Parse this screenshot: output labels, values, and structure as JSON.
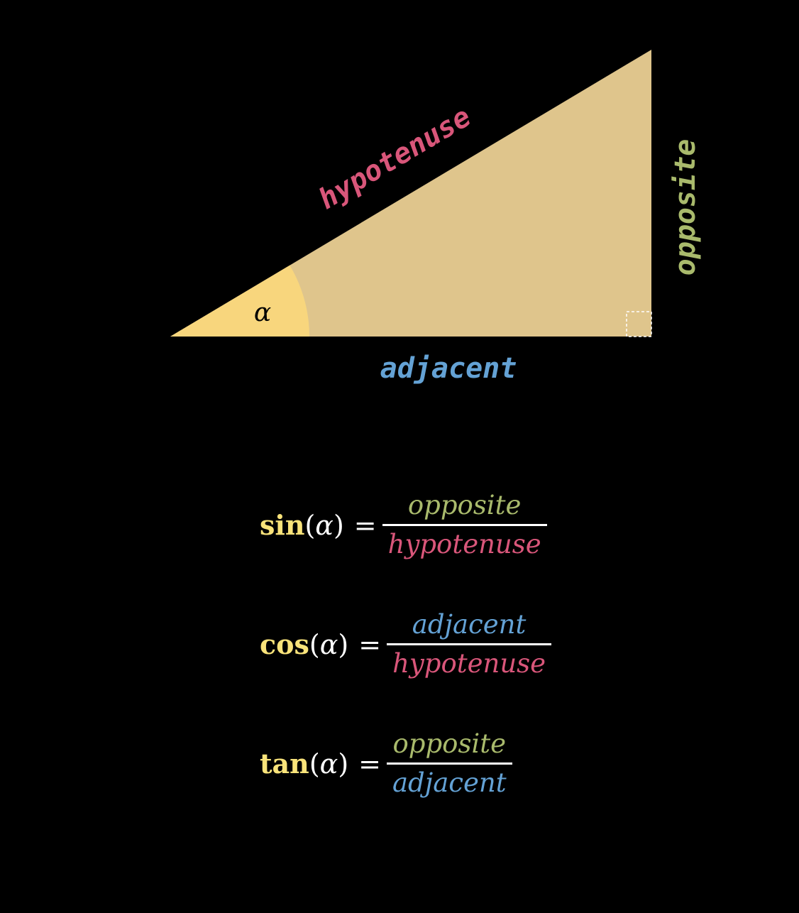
{
  "colors": {
    "background": "#000000",
    "triangle_fill": "#dfc58c",
    "angle_arc_fill": "#f8d67d",
    "hypotenuse": "#d9567a",
    "opposite": "#a9ba6c",
    "adjacent": "#64a2d5",
    "function_name": "#f9e37a",
    "text": "#ffffff"
  },
  "triangle": {
    "hypotenuse_label": "hypotenuse",
    "opposite_label": "opposite",
    "adjacent_label": "adjacent",
    "angle_label": "α",
    "right_angle_marker": "dashed-square"
  },
  "formulas": [
    {
      "function": "sin",
      "open_paren": "(",
      "argument": "α",
      "close_paren": ")",
      "equals": "=",
      "numerator": "opposite",
      "numerator_color": "opposite",
      "denominator": "hypotenuse",
      "denominator_color": "hypotenuse"
    },
    {
      "function": "cos",
      "open_paren": "(",
      "argument": "α",
      "close_paren": ")",
      "equals": "=",
      "numerator": "adjacent",
      "numerator_color": "adjacent",
      "denominator": "hypotenuse",
      "denominator_color": "hypotenuse"
    },
    {
      "function": "tan",
      "open_paren": "(",
      "argument": "α",
      "close_paren": ")",
      "equals": "=",
      "numerator": "opposite",
      "numerator_color": "opposite",
      "denominator": "adjacent",
      "denominator_color": "adjacent"
    }
  ]
}
